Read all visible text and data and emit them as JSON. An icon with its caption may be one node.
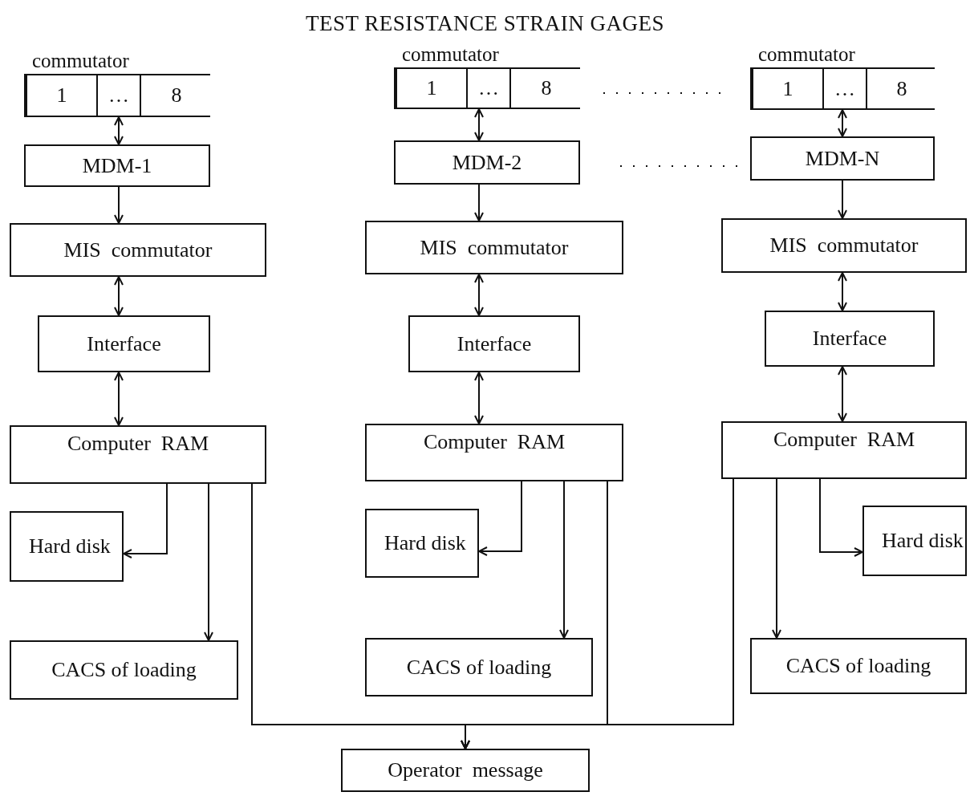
{
  "diagram": {
    "title": "TEST RESISTANCE STRAIN GAGES",
    "nodes": [
      {
        "text": [
          "commutator"
        ]
      },
      {
        "text": [
          "1"
        ],
        "in": 0
      },
      {
        "text": [
          "…"
        ],
        "in": 0
      },
      {
        "text": [
          "8"
        ],
        "in": 0
      },
      {
        "text": [
          "MDM-1"
        ]
      },
      {
        "text": [
          "MIS  commutator"
        ]
      },
      {
        "text": [
          "Interface"
        ]
      },
      {
        "text": [
          "Computer  RAM"
        ]
      },
      {
        "text": [
          "Hard disk"
        ]
      },
      {
        "text": [
          "CACS of loading"
        ]
      },
      {
        "text": [
          "commutator"
        ]
      },
      {
        "text": [
          "1"
        ],
        "in": 10
      },
      {
        "text": [
          "…"
        ],
        "in": 10
      },
      {
        "text": [
          "8"
        ],
        "in": 10
      },
      {
        "text": [
          "MDM-2"
        ]
      },
      {
        "text": [
          "MIS  commutator"
        ]
      },
      {
        "text": [
          "Interface"
        ]
      },
      {
        "text": [
          "Computer  RAM"
        ]
      },
      {
        "text": [
          "Hard disk"
        ]
      },
      {
        "text": [
          "CACS of loading"
        ]
      },
      {
        "text": [
          "commutator"
        ]
      },
      {
        "text": [
          "1"
        ],
        "in": 20
      },
      {
        "text": [
          "…"
        ],
        "in": 20
      },
      {
        "text": [
          "8"
        ],
        "in": 20
      },
      {
        "text": [
          "MDM-N"
        ]
      },
      {
        "text": [
          "MIS  commutator"
        ]
      },
      {
        "text": [
          "Interface"
        ]
      },
      {
        "text": [
          "Computer  RAM"
        ]
      },
      {
        "text": [
          "Hard disk"
        ]
      },
      {
        "text": [
          "CACS of loading"
        ]
      },
      {
        "text": [
          "Operator  message"
        ]
      }
    ],
    "edges": [
      {
        "from": 0,
        "to": 4,
        "arrow": "both"
      },
      {
        "from": 4,
        "to": 5,
        "arrow": "to"
      },
      {
        "from": 5,
        "to": 6,
        "arrow": "both"
      },
      {
        "from": 6,
        "to": 7,
        "arrow": "both"
      },
      {
        "from": 7,
        "to": 8,
        "arrow": "to"
      },
      {
        "from": 7,
        "to": 9,
        "arrow": "to"
      },
      {
        "from": 7,
        "to": 30,
        "arrow": "to"
      },
      {
        "from": 10,
        "to": 14,
        "arrow": "both"
      },
      {
        "from": 14,
        "to": 15,
        "arrow": "to"
      },
      {
        "from": 15,
        "to": 16,
        "arrow": "both"
      },
      {
        "from": 16,
        "to": 17,
        "arrow": "both"
      },
      {
        "from": 17,
        "to": 18,
        "arrow": "to"
      },
      {
        "from": 17,
        "to": 19,
        "arrow": "to"
      },
      {
        "from": 17,
        "to": 30,
        "arrow": "to"
      },
      {
        "from": 20,
        "to": 24,
        "arrow": "both"
      },
      {
        "from": 24,
        "to": 25,
        "arrow": "to"
      },
      {
        "from": 25,
        "to": 26,
        "arrow": "both"
      },
      {
        "from": 26,
        "to": 27,
        "arrow": "both"
      },
      {
        "from": 27,
        "to": 28,
        "arrow": "to"
      },
      {
        "from": 27,
        "to": 29,
        "arrow": "to"
      },
      {
        "from": 27,
        "to": 30,
        "arrow": "to"
      }
    ]
  }
}
